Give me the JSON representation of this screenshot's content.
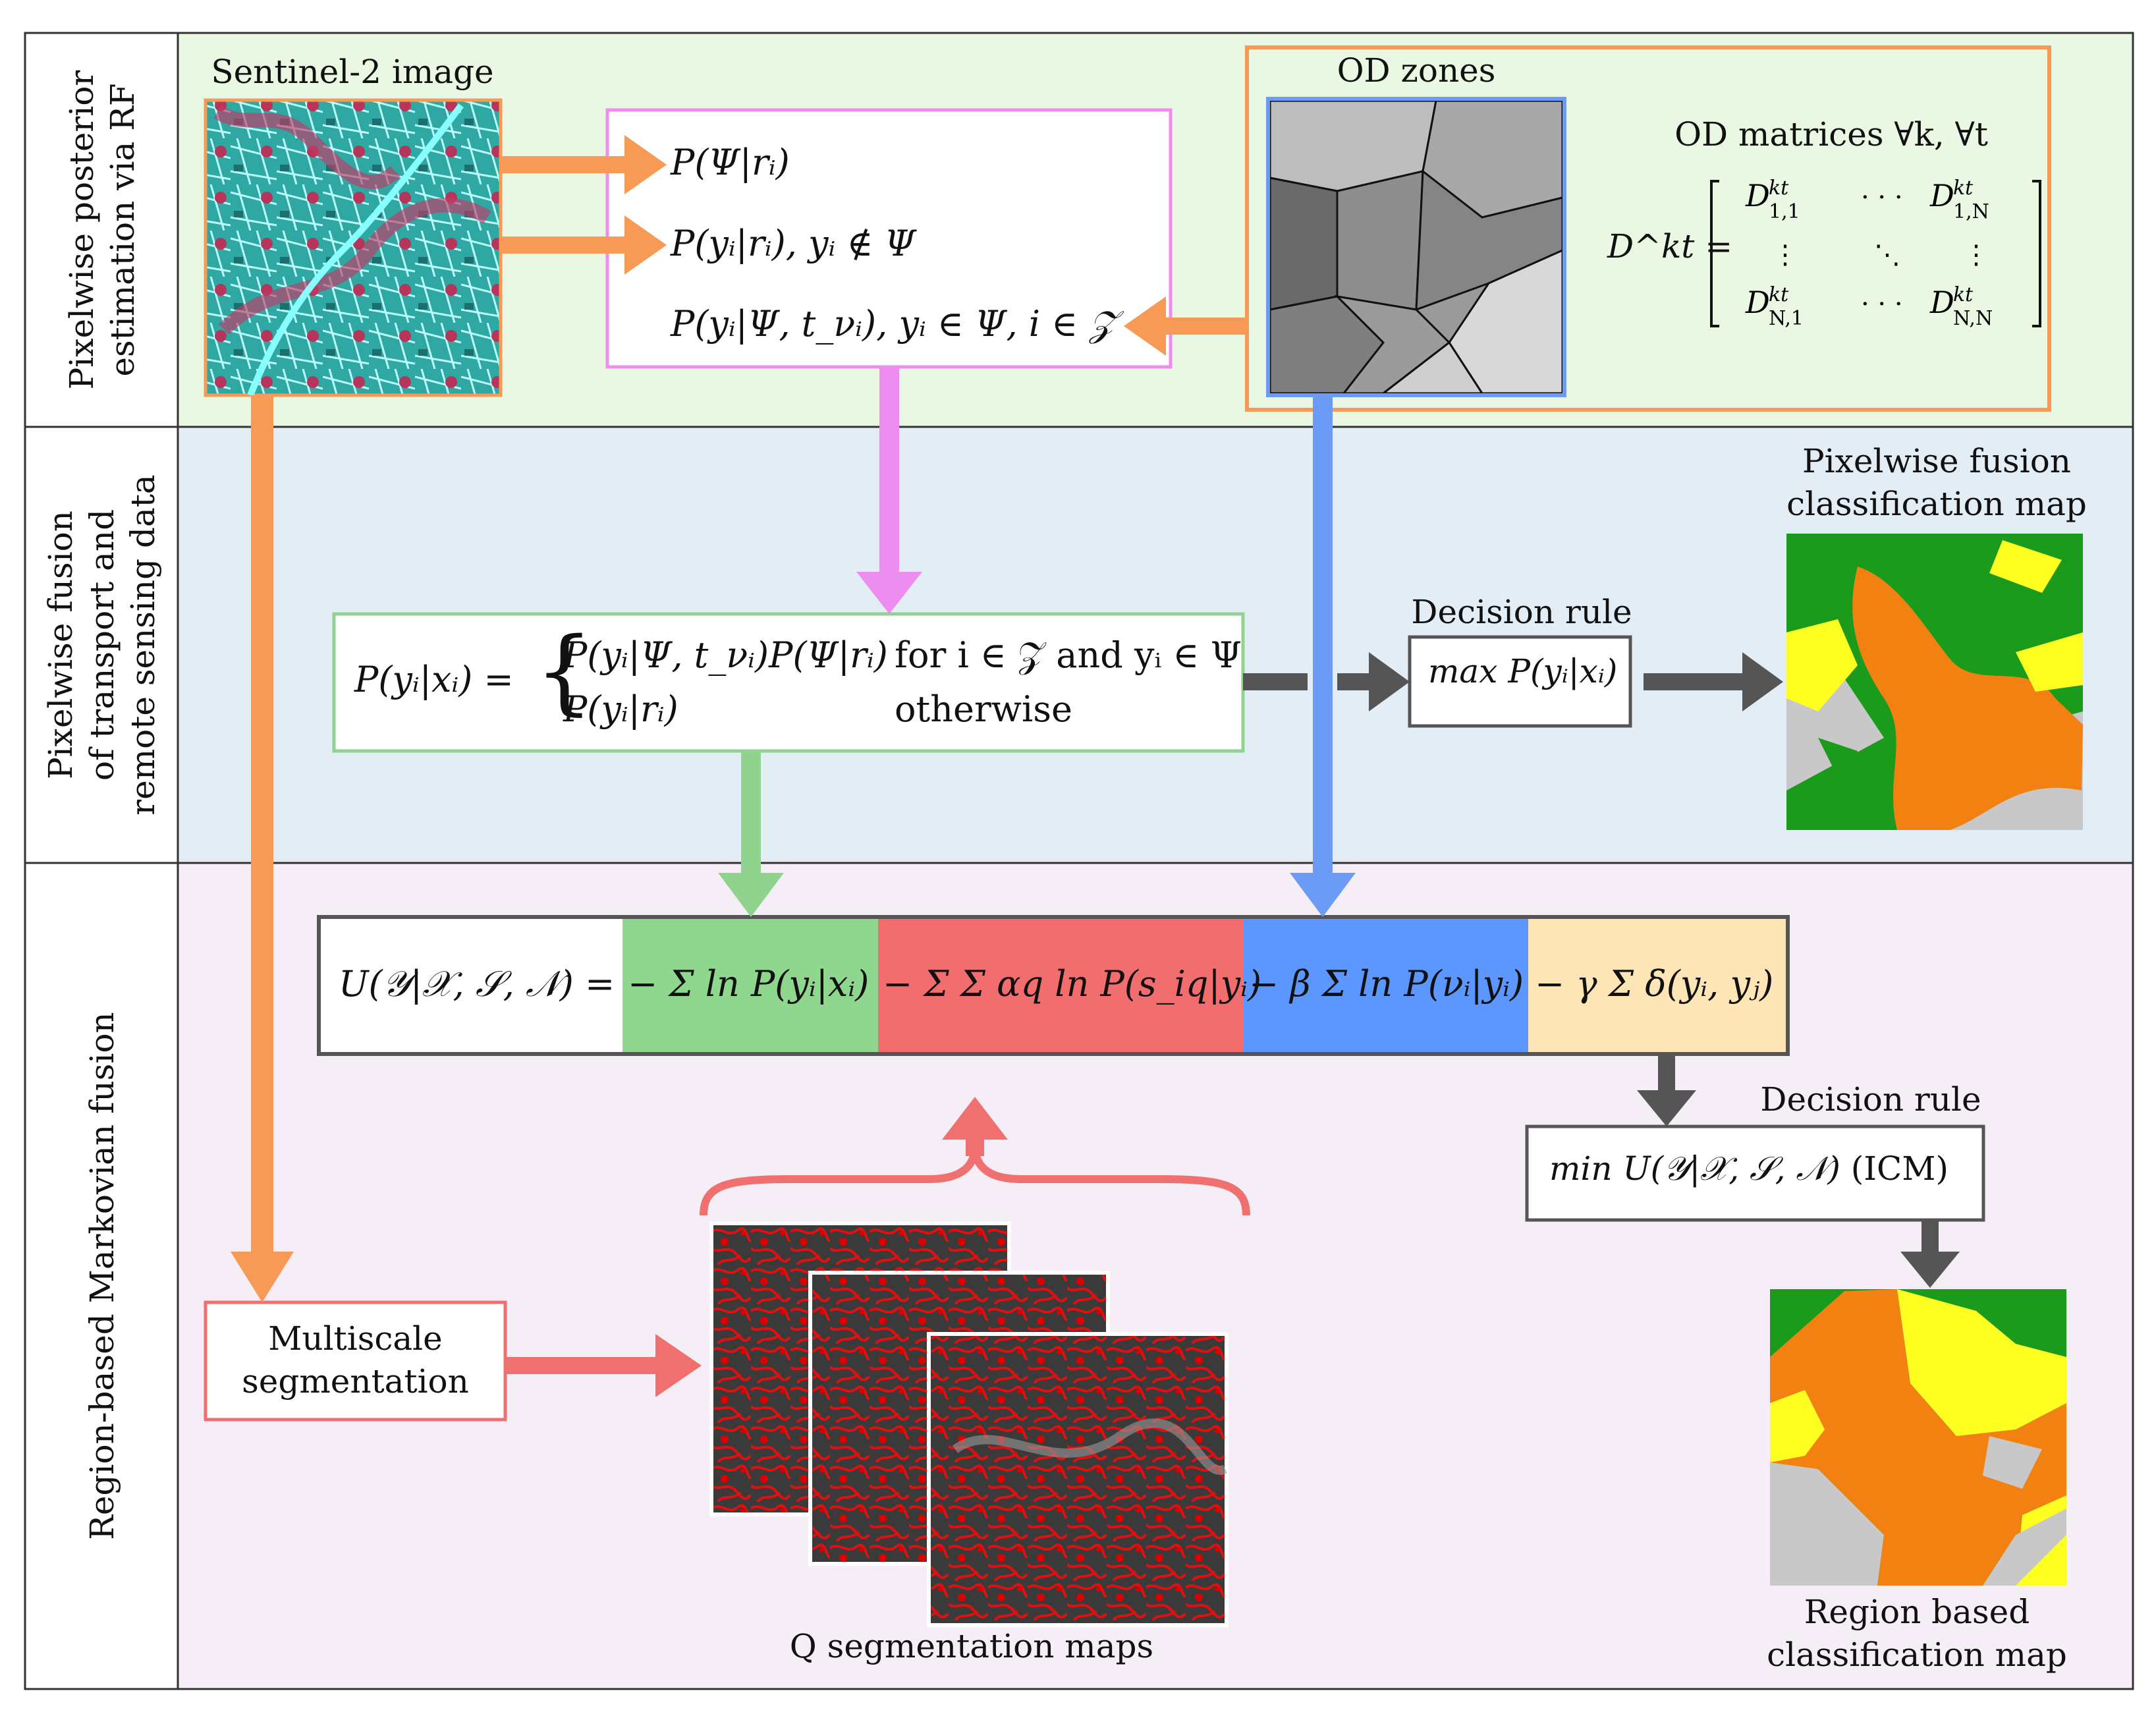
{
  "rows": {
    "r1": [
      "Pixelwise posterior",
      "estimation via RF"
    ],
    "r2": [
      "Pixelwise fusion",
      "of transport and",
      "remote sensing data"
    ],
    "r3": [
      "Region-based Markovian fusion"
    ]
  },
  "labels": {
    "sentinel": "Sentinel-2 image",
    "od_zones": "OD zones",
    "od_matrices": "OD matrices ∀k, ∀t",
    "pixelwise_map": [
      "Pixelwise fusion",
      "classification map"
    ],
    "decision_rule_1": "Decision rule",
    "decision_rule_2": "Decision rule",
    "multiscale": [
      "Multiscale",
      "segmentation"
    ],
    "segmaps": "Q segmentation maps",
    "region_map": [
      "Region based",
      "classification map"
    ],
    "icm": "(ICM)",
    "otherwise": "otherwise",
    "for_cond": "for i ∈ 𝒵 and yᵢ ∈ Ψ"
  },
  "formulas": {
    "f1": "P(Ψ|rᵢ)",
    "f2": "P(yᵢ|rᵢ),   yᵢ ∉ Ψ",
    "f3": "P(yᵢ|Ψ, t_νᵢ),   yᵢ ∈ Ψ, i ∈ 𝒵",
    "fusion_lhs": "P(yᵢ|xᵢ) =",
    "fusion_case1": "P(yᵢ|Ψ, t_νᵢ)P(Ψ|rᵢ)",
    "fusion_case2": "P(yᵢ|rᵢ)",
    "maxrule": "max P(yᵢ|xᵢ)",
    "energy_lhs": "U(𝒴|𝒳, 𝒮, 𝒩) =",
    "term1": "− Σ ln P(yᵢ|xᵢ)",
    "term2": "− Σ Σ αq ln P(s_iq|yᵢ)",
    "term3": "− β Σ ln P(νᵢ|yᵢ)",
    "term4": "− γ Σ δ(yᵢ, yⱼ)",
    "minrule": "min U(𝒴|𝒳, 𝒮, 𝒩)",
    "matrix_lhs": "D^kt ="
  },
  "colors": {
    "row1_bg": "#eaf7e3",
    "row2_bg": "#e3edf6",
    "row3_bg": "#f6eef6",
    "orange": "#f79a55",
    "pink": "#ee8df0",
    "blue": "#6b9bf5",
    "green": "#8fd38f",
    "red": "#f07070",
    "gray": "#555555",
    "term1_bg": "#8fd68f",
    "term2_bg": "#f26d6d",
    "term3_bg": "#5b97ff",
    "term4_bg": "#fde5b5",
    "map_orange": "#f38112",
    "map_green": "#1b9b1b",
    "map_yellow": "#ffff22",
    "map_gray": "#c8c8c8"
  }
}
